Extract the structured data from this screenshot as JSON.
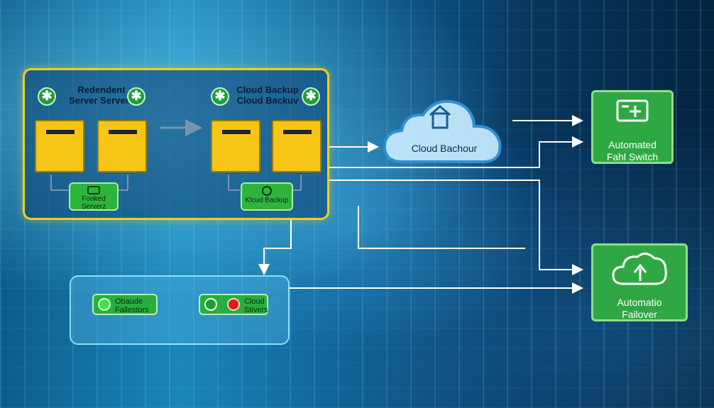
{
  "main_panel": {
    "redundant_label": "Redendent\nServer Servers",
    "backup_label": "Cloud Backup\nCloud Backuv",
    "left_box_label": "Fooked Serverz",
    "right_box_label": "Klcud Backup"
  },
  "cloud": {
    "label": "Cloud Bachour"
  },
  "switch_card": {
    "label": "Automated\nFahl Switch"
  },
  "failover_card": {
    "label": "Automatio\nFailover"
  },
  "lower_panel": {
    "left_label": "Obaude\nFallestors",
    "right_label": "Cloud\nStivers"
  },
  "colors": {
    "panel_border": "#f2cf1c",
    "server_fill": "#f6c516",
    "status_green": "#2eb43c",
    "status_red": "#e21a1a",
    "connector": "#ffffff"
  }
}
